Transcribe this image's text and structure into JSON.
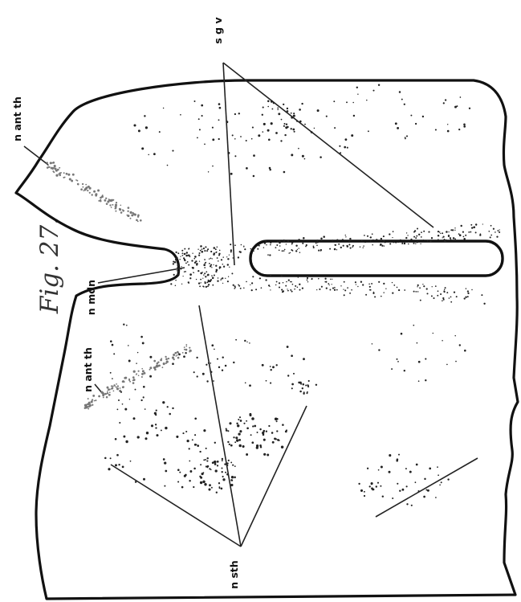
{
  "figure": {
    "title": "Fig. 27.",
    "labels": {
      "s_g_v": "s g v",
      "n_ant_th_upper": "n ant th",
      "n_mdn": "n mdn",
      "n_ant_th_lower": "n ant th",
      "n_sth": "n sth"
    }
  }
}
